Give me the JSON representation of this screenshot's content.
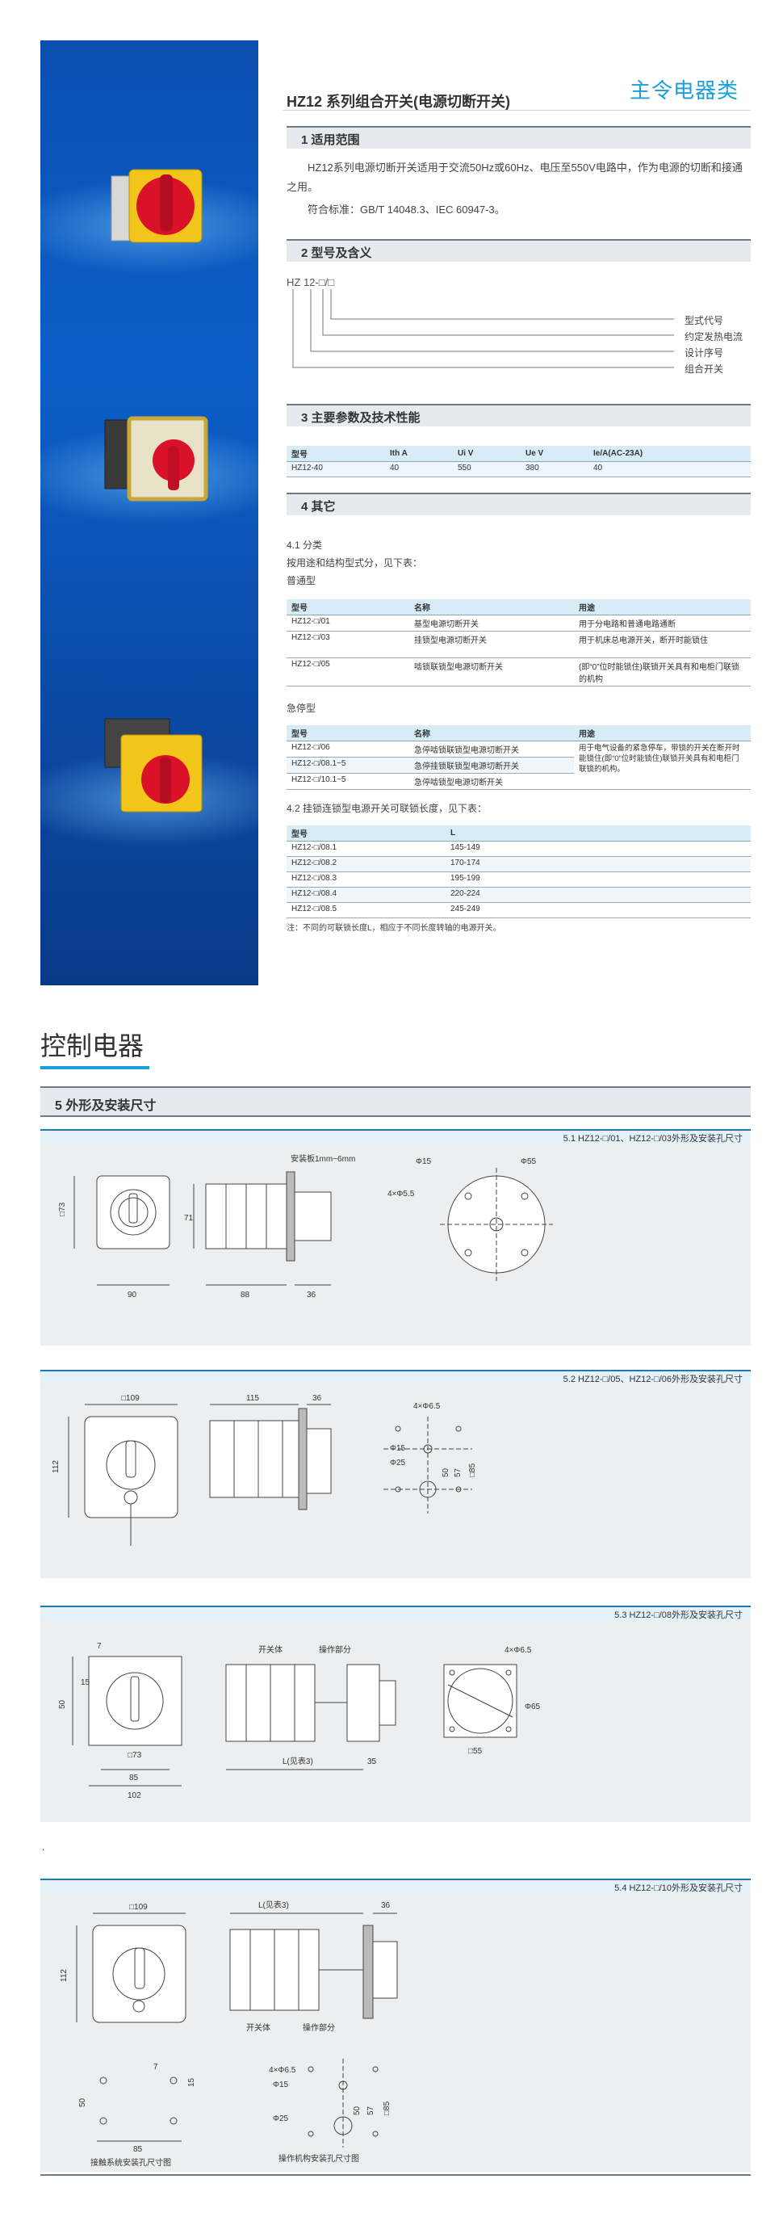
{
  "header": {
    "category": "主令电器类",
    "doc_title": "HZ12 系列组合开关(电源切断开关)"
  },
  "sections": {
    "s1": {
      "title": "1 适用范围",
      "para1": "HZ12系列电源切断开关适用于交流50Hz或60Hz、电压至550V电路中，作为电源的切断和接通之用。",
      "para2": "符合标准：GB/T 14048.3、IEC 60947-3。"
    },
    "s2": {
      "title": "2 型号及含义",
      "code": "HZ 12-□/□",
      "labels": [
        "型式代号",
        "约定发热电流",
        "设计序号",
        "组合开关"
      ]
    },
    "s3": {
      "title": "3 主要参数及技术性能",
      "headers": [
        "型号",
        "Ith  A",
        "Ui  V",
        "Ue  V",
        "Ie/A(AC-23A)"
      ],
      "row": [
        "HZ12-40",
        "40",
        "550",
        "380",
        "40"
      ]
    },
    "s4": {
      "title": "4 其它",
      "sub1": "4.1 分类",
      "sub1_desc": "按用途和结构型式分，见下表：",
      "normal": "普通型",
      "t1_headers": [
        "型号",
        "名称",
        "用途"
      ],
      "t1_rows": [
        [
          "HZ12-□/01",
          "基型电源切断开关",
          "用于分电路和普通电路通断"
        ],
        [
          "HZ12-□/03",
          "挂锁型电源切断开关",
          "用于机床总电源开关，断开时能锁住"
        ],
        [
          "HZ12-□/05",
          "啮锁联锁型电源切断开关",
          "(即“0”位时能锁住)联锁开关具有和电柜门联锁的机构"
        ]
      ],
      "emergency": "急停型",
      "t2_headers": [
        "型号",
        "名称",
        "用途"
      ],
      "t2_rows": [
        [
          "HZ12-□/06",
          "急停啮锁联锁型电源切断开关"
        ],
        [
          "HZ12-□/08.1~5",
          "急停挂锁联锁型电源切断开关"
        ],
        [
          "HZ12-□/10.1~5",
          "急停啮锁型电源切断开关"
        ]
      ],
      "t2_usage": "用于电气设备的紧急停车，带锁的开关在断开时能锁住(即“0”位时能锁住)联锁开关具有和电柜门联锁的机构。",
      "sub2": "4.2 挂锁连锁型电源开关可联锁长度，见下表：",
      "t3_headers": [
        "型号",
        "L"
      ],
      "t3_rows": [
        [
          "HZ12-□/08.1",
          "145-149"
        ],
        [
          "HZ12-□/08.2",
          "170-174"
        ],
        [
          "HZ12-□/08.3",
          "195-199"
        ],
        [
          "HZ12-□/08.4",
          "220-224"
        ],
        [
          "HZ12-□/08.5",
          "245-249"
        ]
      ],
      "note": "注：不同的可联锁长度L，相应于不同长度转轴的电源开关。"
    }
  },
  "control": {
    "title": "控制电器",
    "s5_title": "5 外形及安装尺寸"
  },
  "figures": {
    "f1": {
      "title": "5.1  HZ12-□/01、HZ12-□/03外形及安装孔尺寸",
      "dims": {
        "sq": "□73",
        "w90": "90",
        "h71": "71",
        "w88": "88",
        "w36": "36",
        "mount": "安装板1mm~6mm",
        "phi15": "Φ15",
        "phi55": "Φ55",
        "holes": "4×Φ5.5"
      }
    },
    "f2": {
      "title": "5.2  HZ12-□/05、HZ12-□/06外形及安装孔尺寸",
      "dims": {
        "sq": "□109",
        "h112": "112",
        "w115": "115",
        "w36": "36",
        "holes": "4×Φ6.5",
        "phi15": "Φ15",
        "phi25": "Φ25",
        "d50": "50",
        "d57": "57",
        "sq85": "□85"
      }
    },
    "f3": {
      "title": "5.3  HZ12-□/08外形及安装孔尺寸",
      "dims": {
        "d7": "7",
        "d50": "50",
        "d15": "15",
        "sq73": "□73",
        "w85": "85",
        "w102": "102",
        "switch": "开关体",
        "op": "操作部分",
        "L": "L(见表3)",
        "d35": "35",
        "holes": "4×Φ6.5",
        "phi65": "Φ65",
        "sq55": "□55"
      }
    },
    "dot": ".",
    "f4": {
      "title": "5.4  HZ12-□/10外形及安装孔尺寸",
      "dims": {
        "sq": "□109",
        "h112": "112",
        "d7": "7",
        "d15": "15",
        "d50": "50",
        "w85": "85",
        "L": "L(见表3)",
        "d36": "36",
        "switch": "开关体",
        "op": "操作部分",
        "holes": "4×Φ6.5",
        "phi15": "Φ15",
        "phi25": "Φ25",
        "d57": "57",
        "sq85": "□85",
        "cap1": "接触系统安装孔尺寸图",
        "cap2": "操作机构安装孔尺寸图"
      }
    }
  },
  "colors": {
    "accent": "#1aa0d8",
    "panel": "#0d5fc8",
    "handle": "#d9122a",
    "yellow": "#f2c51b"
  }
}
